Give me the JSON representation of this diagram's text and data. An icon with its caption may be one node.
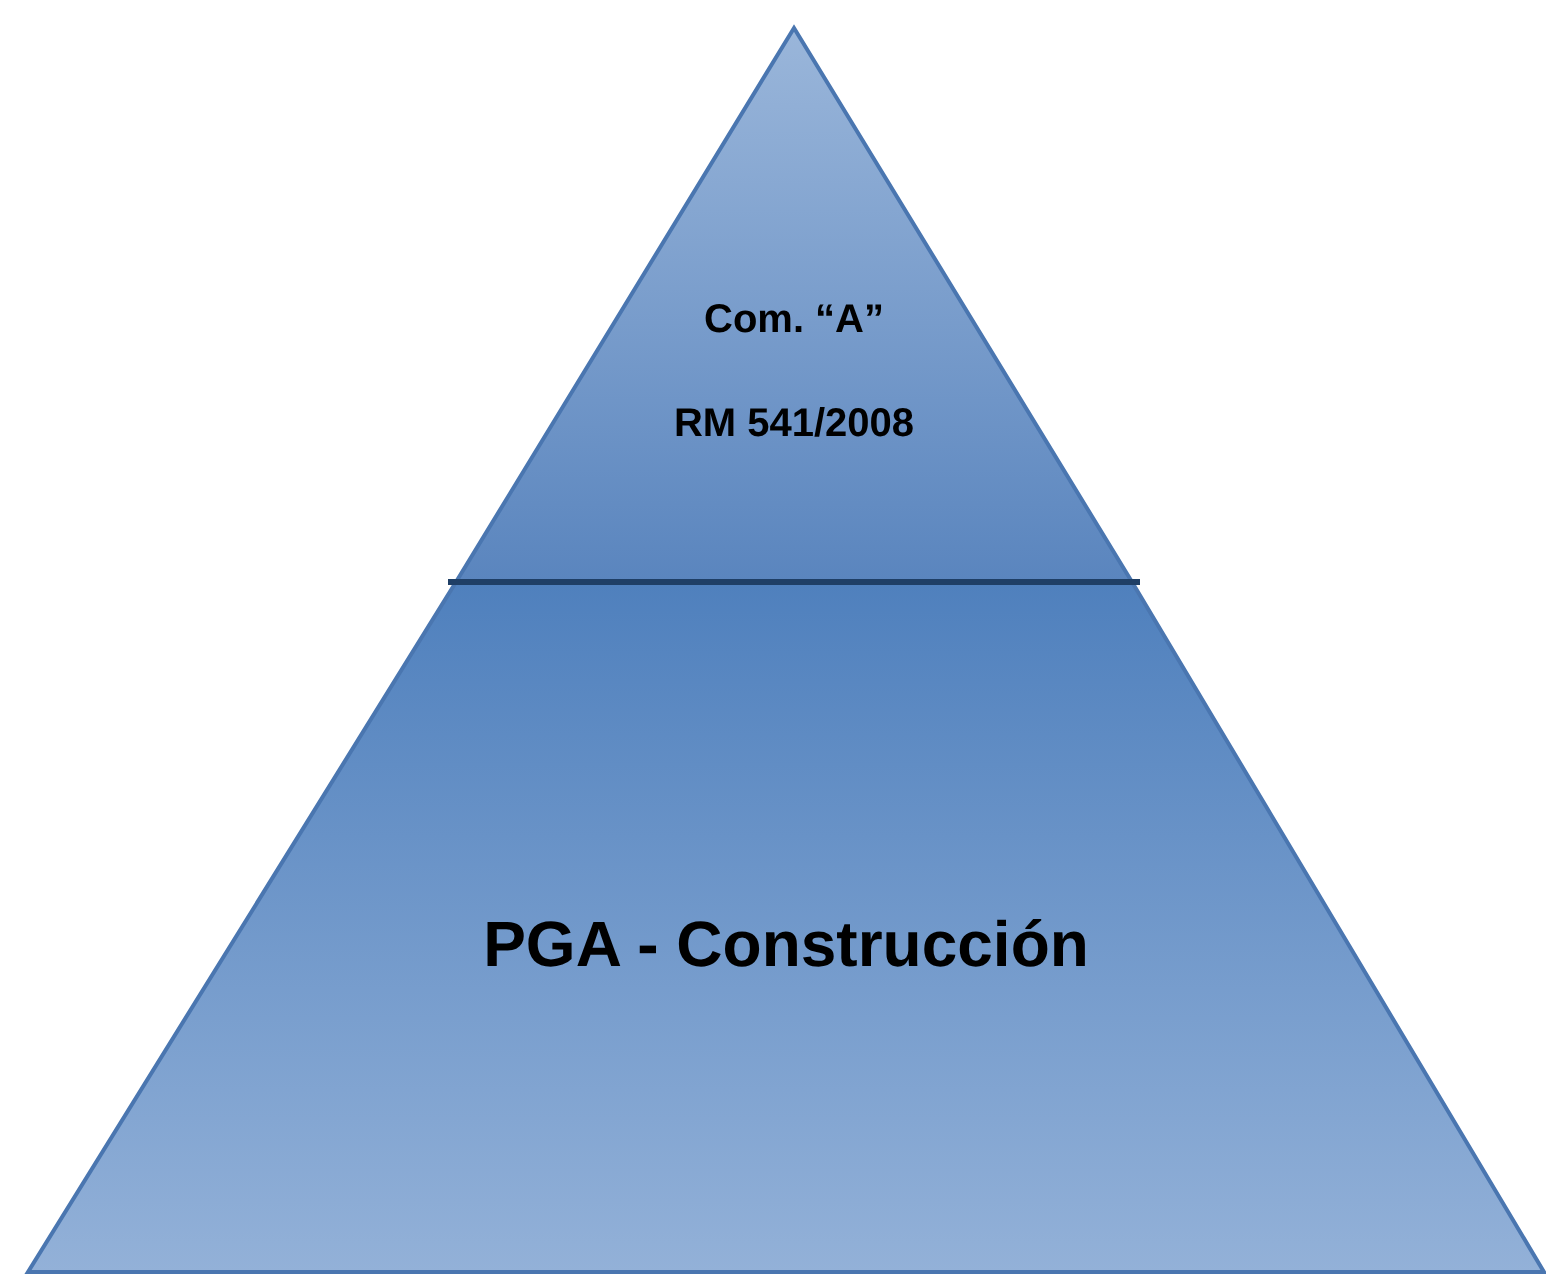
{
  "diagram": {
    "nodes": [
      {
        "text": [
          "Com. “A”",
          "RM 541/2008"
        ]
      },
      {
        "text": [
          "PGA - Construcción"
        ]
      }
    ]
  }
}
